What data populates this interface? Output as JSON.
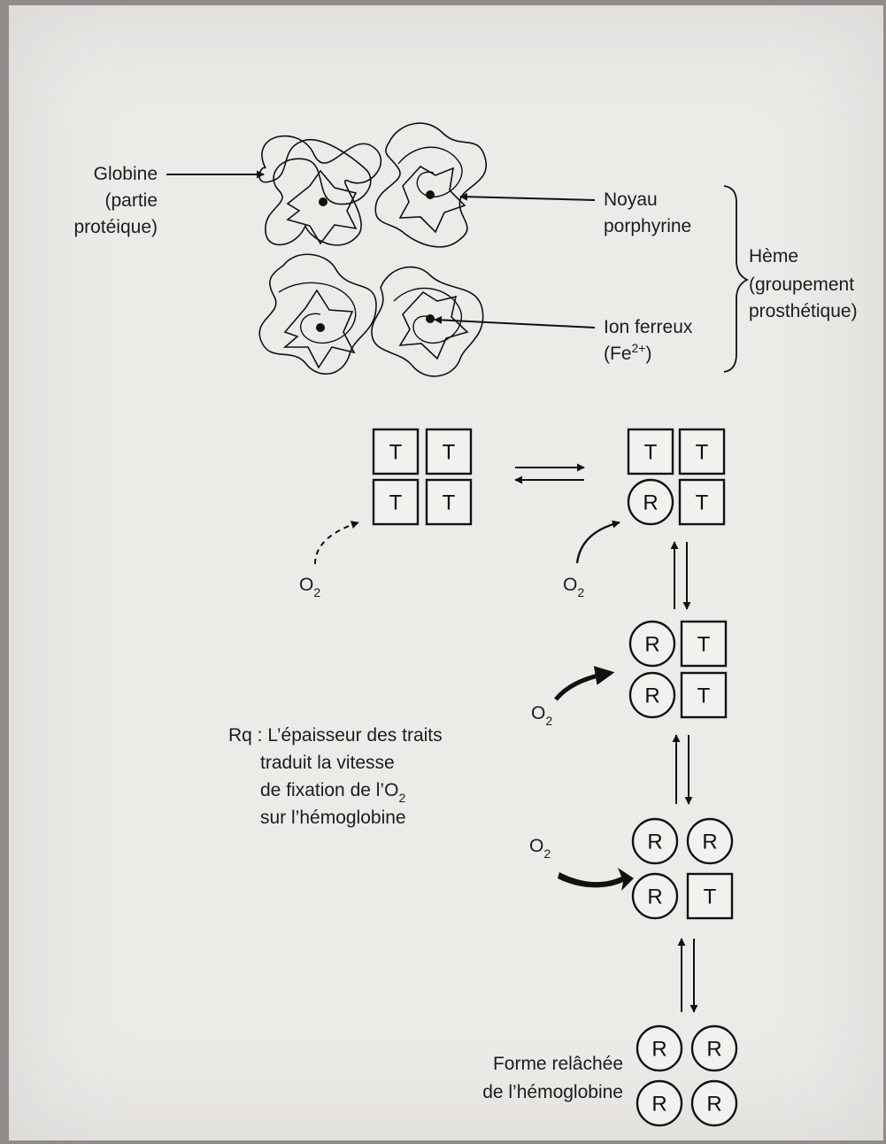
{
  "heme_structure": {
    "labels": {
      "globine_line1": "Globine",
      "globine_line2": "(partie",
      "globine_line3": "protéique)",
      "noyau_line1": "Noyau",
      "noyau_line2": "porphyrine",
      "ion_line1": "Ion ferreux",
      "ion_line2_base": "(Fe",
      "ion_line2_sup": "2+",
      "ion_line2_end": ")",
      "heme_line1": "Hème",
      "heme_line2": "(groupement",
      "heme_line3": "prosthétique)"
    }
  },
  "states": {
    "s1": [
      "T",
      "T",
      "T",
      "T"
    ],
    "s2": [
      "T",
      "T",
      "R",
      "T"
    ],
    "s3": [
      "R",
      "T",
      "R",
      "T"
    ],
    "s4": [
      "R",
      "R",
      "R",
      "T"
    ],
    "s5": [
      "R",
      "R",
      "R",
      "R"
    ]
  },
  "oxygen_label": {
    "base": "O",
    "sub": "2"
  },
  "note": {
    "line1": "Rq : L’épaisseur des traits",
    "line2": "traduit la vitesse",
    "line3_base": "de fixation de l’O",
    "line3_sub": "2",
    "line4": "sur l’hémoglobine"
  },
  "relaxed_label": {
    "line1": "Forme relâchée",
    "line2": "de l’hémoglobine"
  }
}
